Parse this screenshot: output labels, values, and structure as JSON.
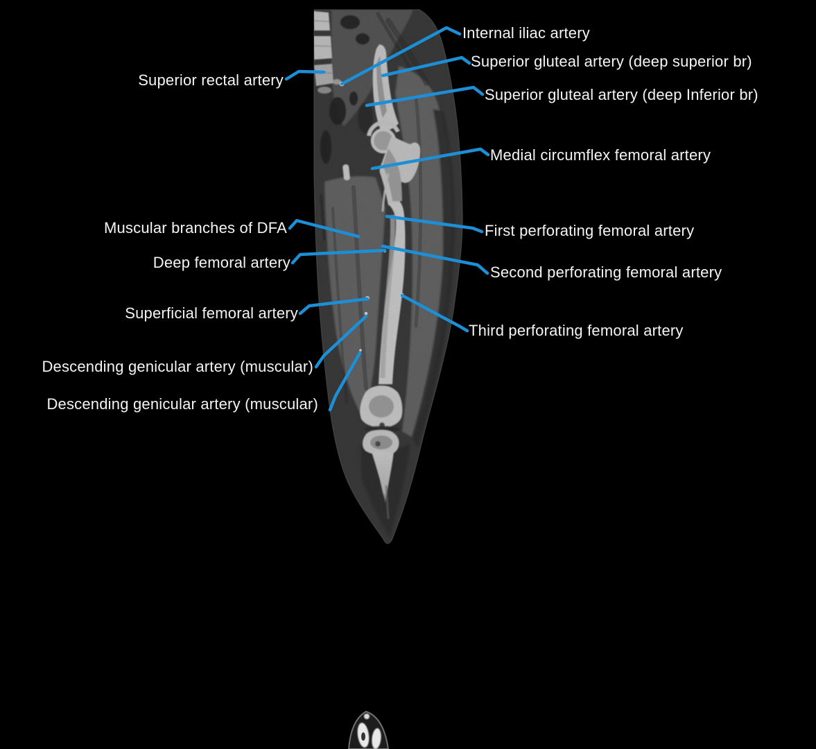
{
  "figure": {
    "colors": {
      "background": "#000000",
      "leader_line": "#1c8fd6",
      "label_text": "#f4f4f4",
      "bone": "#ededed",
      "muscle": "#6f6f6f",
      "fat": "#1c1c1c"
    },
    "annotations": {
      "labels": [
        {
          "id": "internal-iliac",
          "side": "right",
          "text": "Internal iliac artery"
        },
        {
          "id": "sup-gluteal-superior",
          "side": "right",
          "text": "Superior gluteal artery (deep superior br)"
        },
        {
          "id": "sup-gluteal-inferior",
          "side": "right",
          "text": "Superior gluteal artery (deep Inferior br)"
        },
        {
          "id": "superior-rectal",
          "side": "left",
          "text": "Superior rectal artery"
        },
        {
          "id": "medial-circumflex",
          "side": "right",
          "text": "Medial circumflex femoral artery"
        },
        {
          "id": "muscular-branches-dfa",
          "side": "left",
          "text": "Muscular branches of DFA"
        },
        {
          "id": "first-perforating",
          "side": "right",
          "text": "First perforating femoral artery"
        },
        {
          "id": "deep-femoral",
          "side": "left",
          "text": "Deep femoral artery"
        },
        {
          "id": "second-perforating",
          "side": "right",
          "text": "Second perforating femoral artery"
        },
        {
          "id": "superficial-femoral",
          "side": "left",
          "text": "Superficial femoral artery"
        },
        {
          "id": "third-perforating",
          "side": "right",
          "text": "Third perforating femoral artery"
        },
        {
          "id": "descending-genicular-1",
          "side": "left",
          "text": "Descending genicular artery (muscular)"
        },
        {
          "id": "descending-genicular-2",
          "side": "left",
          "text": "Descending genicular artery (muscular)"
        }
      ]
    }
  }
}
